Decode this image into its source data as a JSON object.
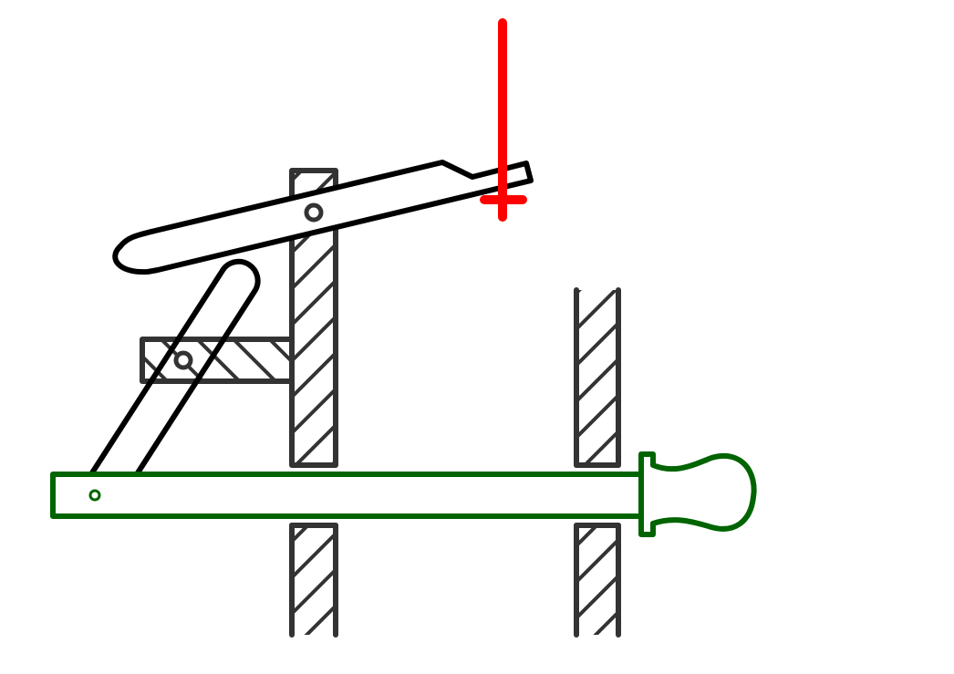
{
  "diagram": {
    "colors": {
      "frame": "#333333",
      "lever_outline": "#000000",
      "rod": "#006400",
      "marker": "#ff0000",
      "background": "#ffffff"
    },
    "parts": {
      "guide_columns": [
        "left-guide-column",
        "right-guide-column"
      ],
      "pivot_bracket": "horizontal-pivot-bracket",
      "lever": "rocker-lever",
      "link": "connecting-link",
      "rod": "sliding-rod-with-knob",
      "marker": "red-pointer-marker"
    }
  }
}
